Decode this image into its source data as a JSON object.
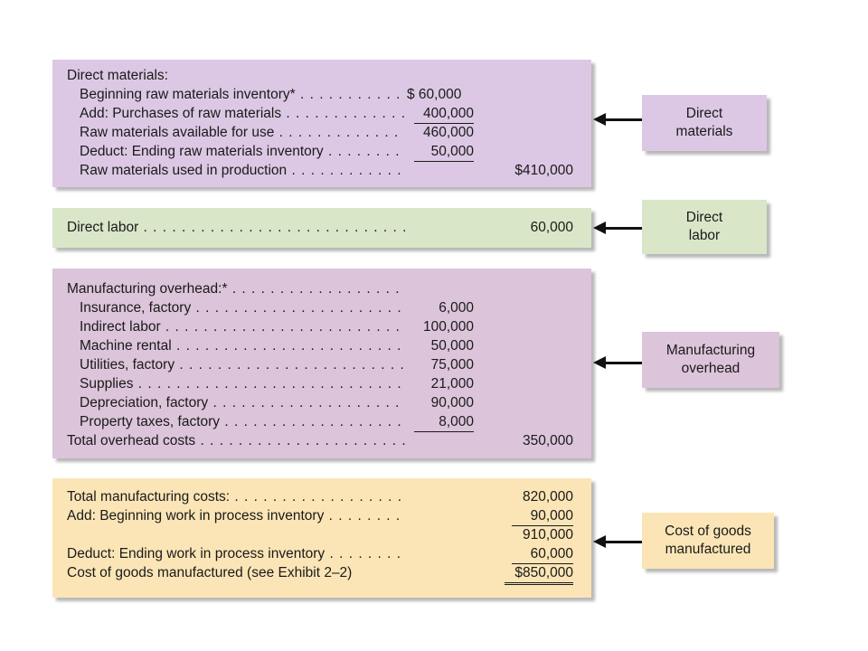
{
  "colors": {
    "direct_materials": "#dcc8e4",
    "direct_labor": "#d9e6c8",
    "manufacturing_overhead": "#dcc4da",
    "cost_of_goods": "#fbe5b6",
    "arrow": "#111111"
  },
  "direct_materials": {
    "heading": "Direct materials:",
    "rows": [
      {
        "label": "Beginning raw materials inventory*",
        "amount": "$ 60,000"
      },
      {
        "label": "Add: Purchases of raw materials",
        "amount": "400,000"
      },
      {
        "label": "Raw materials available for use",
        "amount": "460,000"
      },
      {
        "label": "Deduct: Ending raw materials inventory",
        "amount": "50,000"
      },
      {
        "label": "Raw materials used in production",
        "total": "$410,000"
      }
    ],
    "tag": "Direct\nmaterials"
  },
  "direct_labor": {
    "label": "Direct labor",
    "total": "60,000",
    "tag": "Direct\nlabor"
  },
  "manufacturing_overhead": {
    "heading": "Manufacturing overhead:*",
    "rows": [
      {
        "label": "Insurance, factory",
        "amount": "6,000"
      },
      {
        "label": "Indirect labor",
        "amount": "100,000"
      },
      {
        "label": "Machine rental",
        "amount": "50,000"
      },
      {
        "label": "Utilities, factory",
        "amount": "75,000"
      },
      {
        "label": "Supplies",
        "amount": "21,000"
      },
      {
        "label": "Depreciation, factory",
        "amount": "90,000"
      },
      {
        "label": "Property taxes, factory",
        "amount": "8,000"
      }
    ],
    "total_label": "Total overhead costs",
    "total": "350,000",
    "tag": "Manufacturing\noverhead"
  },
  "cost_of_goods": {
    "rows": [
      {
        "label": "Total manufacturing costs:",
        "total": "820,000"
      },
      {
        "label": "Add: Beginning work in process inventory",
        "total": "90,000"
      },
      {
        "label": "",
        "total": "910,000"
      },
      {
        "label": "Deduct: Ending work in process inventory",
        "total": "60,000"
      },
      {
        "label": "Cost of goods manufactured (see Exhibit 2–2)",
        "total": "$850,000"
      }
    ],
    "tag": "Cost of goods\nmanufactured"
  }
}
